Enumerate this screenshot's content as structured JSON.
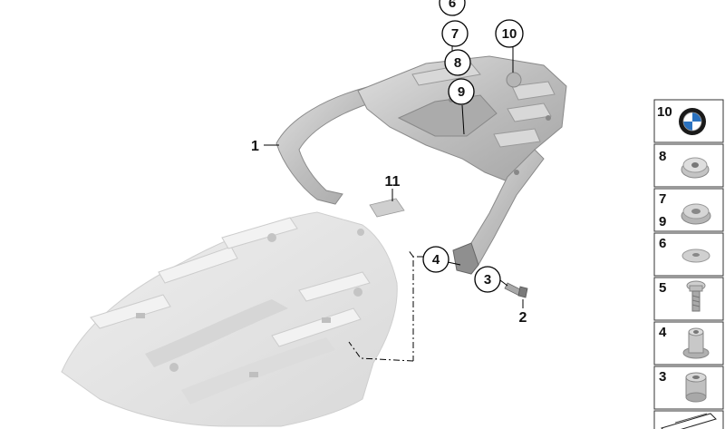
{
  "callouts": {
    "c6": "6",
    "c7": "7",
    "c8": "8",
    "c9": "9",
    "c10": "10",
    "c4": "4",
    "c3": "3"
  },
  "labels": {
    "l1": "1",
    "l11": "11",
    "l2": "2"
  },
  "legend": {
    "items": [
      {
        "num": "10",
        "icon": "bmw-roundel-icon"
      },
      {
        "num": "8",
        "icon": "grommet-nut-icon"
      },
      {
        "num_a": "7",
        "num_b": "9",
        "icon": "washer-grommet-icon"
      },
      {
        "num": "6",
        "icon": "flat-washer-icon"
      },
      {
        "num": "5",
        "icon": "screw-icon"
      },
      {
        "num": "4",
        "icon": "spacer-sleeve-icon"
      },
      {
        "num": "3",
        "icon": "bushing-icon"
      }
    ]
  },
  "colors": {
    "rack_fill": "#c9c9c9",
    "rack_dark": "#9c9c9c",
    "cover_fill": "#e6e6e6",
    "cover_shade": "#d2d2d2",
    "line": "#000000",
    "legend_border": "#333333"
  }
}
